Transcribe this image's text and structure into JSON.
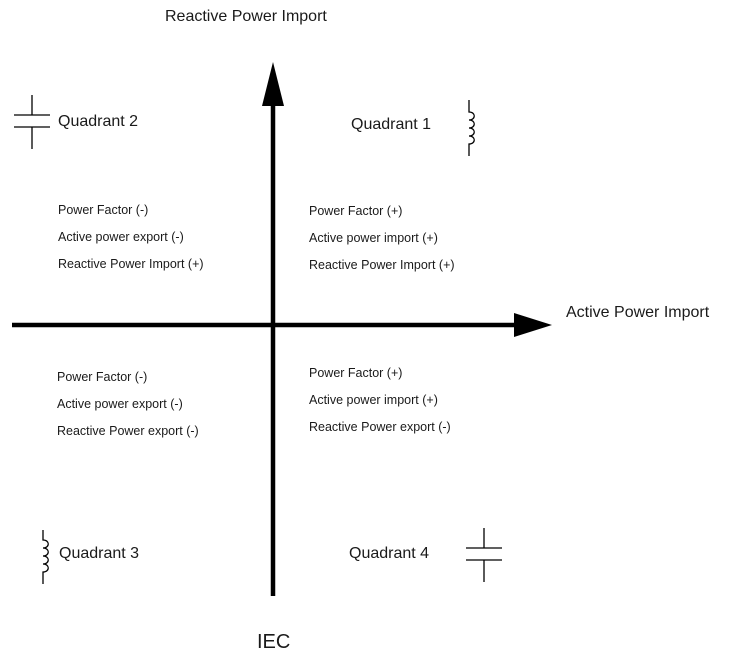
{
  "axes": {
    "y_label": "Reactive Power Import",
    "x_label": "Active Power Import"
  },
  "footer": {
    "label": "IEC"
  },
  "quadrants": {
    "q1": {
      "title": "Quadrant 1",
      "symbol": "inductor-icon",
      "lines": [
        "Power Factor (+)",
        "Active power import (+)",
        "Reactive Power Import (+)"
      ]
    },
    "q2": {
      "title": "Quadrant 2",
      "symbol": "capacitor-icon",
      "lines": [
        "Power Factor (-)",
        "Active power export (-)",
        "Reactive Power Import (+)"
      ]
    },
    "q3": {
      "title": "Quadrant 3",
      "symbol": "inductor-icon",
      "lines": [
        "Power Factor (-)",
        "Active power export (-)",
        "Reactive Power export (-)"
      ]
    },
    "q4": {
      "title": "Quadrant 4",
      "symbol": "capacitor-icon",
      "lines": [
        "Power Factor (+)",
        "Active power import (+)",
        "Reactive Power export (-)"
      ]
    }
  },
  "colors": {
    "axis": "#000000",
    "text": "#1a1a1a",
    "background": "#ffffff"
  }
}
